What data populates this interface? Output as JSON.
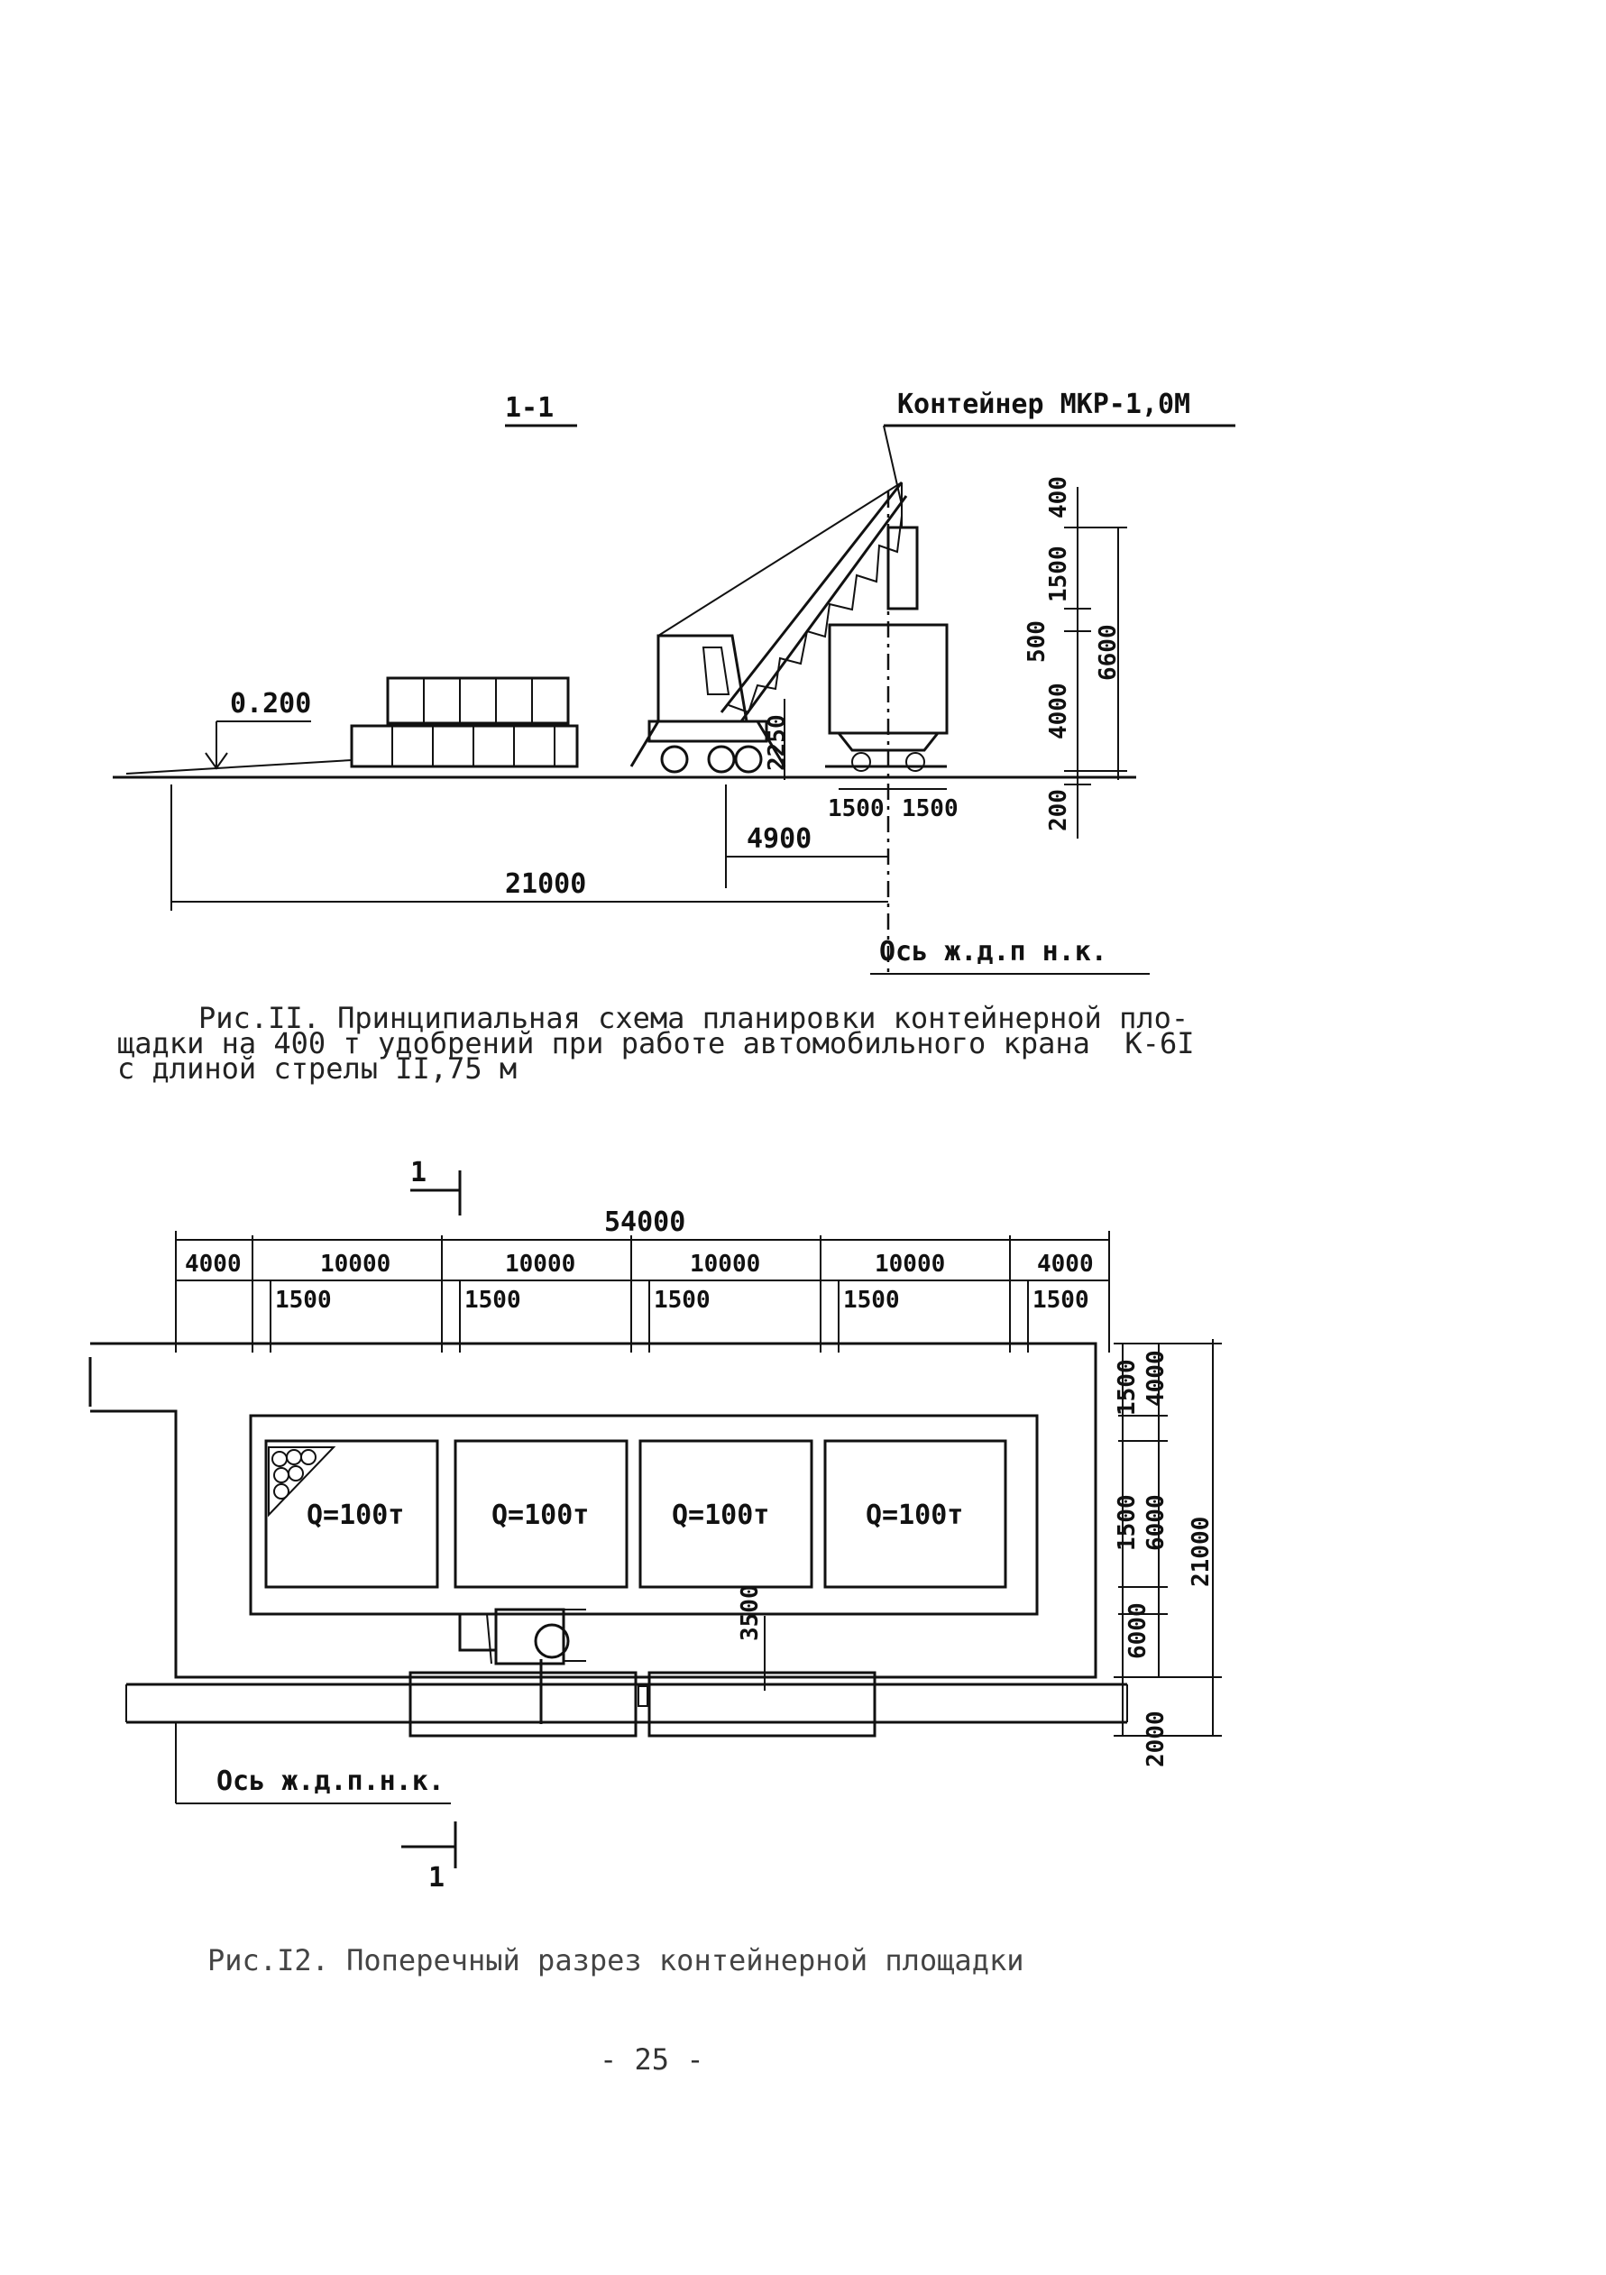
{
  "figure11": {
    "section_label": "1-1",
    "container_label": "Контейнер МКР-1,0М",
    "level_mark": "0.200",
    "dim_400": "400",
    "dim_1500_top": "1500",
    "dim_500": "500",
    "dim_6600": "6600",
    "dim_4000": "4000",
    "dim_200": "200",
    "dim_2250": "2250",
    "dim_1500_left": "1500",
    "dim_1500_right": "1500",
    "dim_4900": "4900",
    "dim_21000": "21000",
    "axis_label": "Ось ж.д.п н.к.",
    "caption": [
      "Рис.II. Принципиальная схема планировки контейнерной пло-",
      "щадки на 400 т удобрений при работе автомобильного крана  К-6I",
      "с длиной стрелы II,75 м"
    ]
  },
  "figure12": {
    "section_mark_top": "1",
    "section_mark_bottom": "1",
    "total_length": "54000",
    "span_4000_left": "4000",
    "span_10000_1": "10000",
    "span_10000_2": "10000",
    "span_10000_3": "10000",
    "span_10000_4": "10000",
    "span_4000_right": "4000",
    "gap_1500_1": "1500",
    "gap_1500_2": "1500",
    "gap_1500_3": "1500",
    "gap_1500_4": "1500",
    "gap_1500_5": "1500",
    "cell_labels": [
      "Q=100т",
      "Q=100т",
      "Q=100т",
      "Q=100т"
    ],
    "dim_1500_upper": "1500",
    "dim_4000": "4000",
    "dim_1500_lower": "1500",
    "dim_6000_upper": "6000",
    "dim_6000_lower": "6000",
    "dim_21000": "21000",
    "dim_3500": "3500",
    "dim_2000": "2000",
    "axis_label": "Ось ж.д.п.н.к.",
    "caption": "Рис.I2. Поперечный разрез контейнерной площадки"
  },
  "page_number": "- 25 -"
}
